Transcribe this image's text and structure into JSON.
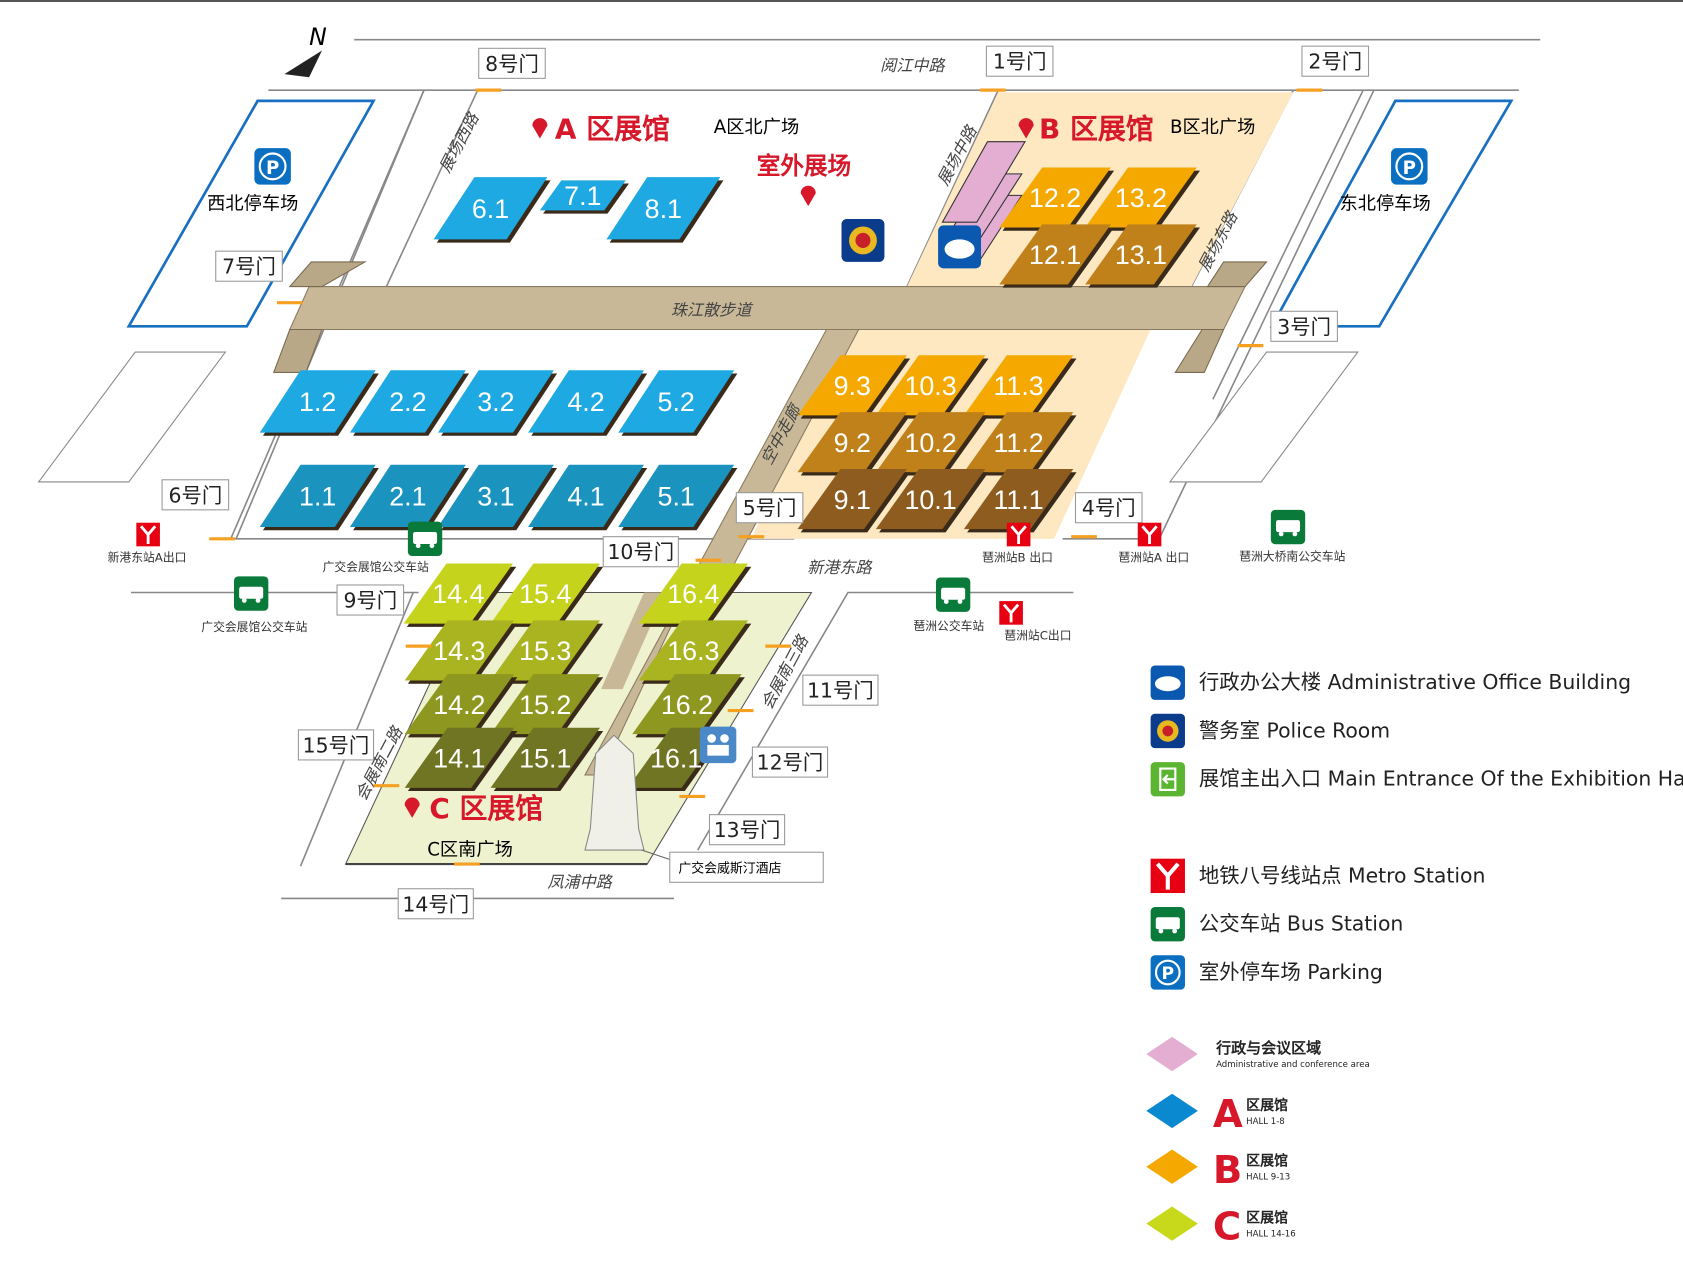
{
  "compass": "N",
  "zones": {
    "a_title": "A 区展馆",
    "a_plaza": "A区北广场",
    "outdoor": "室外展场",
    "b_title": "B 区展馆",
    "b_plaza": "B区北广场",
    "c_title": "C 区展馆",
    "c_plaza": "C区南广场"
  },
  "parking": {
    "west": "西北停车场",
    "east": "东北停车场",
    "icon_letter": "P"
  },
  "roads": {
    "yuejiang": "阅江中路",
    "west": "展场西路",
    "middle": "展场中路",
    "east": "展场东路",
    "walkway": "珠江散步道",
    "skyway": "空中走廊",
    "xingang": "新港东路",
    "south3": "会展南三路",
    "south2": "会展南二路",
    "fengpu": "凤浦中路"
  },
  "hotel": "广交会威斯汀酒店",
  "halls": [
    {
      "label": "6.1",
      "zone": "A"
    },
    {
      "label": "7.1",
      "zone": "A"
    },
    {
      "label": "8.1",
      "zone": "A"
    },
    {
      "label": "1.2",
      "zone": "A"
    },
    {
      "label": "2.2",
      "zone": "A"
    },
    {
      "label": "3.2",
      "zone": "A"
    },
    {
      "label": "4.2",
      "zone": "A"
    },
    {
      "label": "5.2",
      "zone": "A"
    },
    {
      "label": "1.1",
      "zone": "A"
    },
    {
      "label": "2.1",
      "zone": "A"
    },
    {
      "label": "3.1",
      "zone": "A"
    },
    {
      "label": "4.1",
      "zone": "A"
    },
    {
      "label": "5.1",
      "zone": "A"
    },
    {
      "label": "12.2",
      "zone": "B"
    },
    {
      "label": "13.2",
      "zone": "B"
    },
    {
      "label": "12.1",
      "zone": "B"
    },
    {
      "label": "13.1",
      "zone": "B"
    },
    {
      "label": "9.3",
      "zone": "B"
    },
    {
      "label": "10.3",
      "zone": "B"
    },
    {
      "label": "11.3",
      "zone": "B"
    },
    {
      "label": "9.2",
      "zone": "B"
    },
    {
      "label": "10.2",
      "zone": "B"
    },
    {
      "label": "11.2",
      "zone": "B"
    },
    {
      "label": "9.1",
      "zone": "B"
    },
    {
      "label": "10.1",
      "zone": "B"
    },
    {
      "label": "11.1",
      "zone": "B"
    },
    {
      "label": "14.4",
      "zone": "C"
    },
    {
      "label": "15.4",
      "zone": "C"
    },
    {
      "label": "16.4",
      "zone": "C"
    },
    {
      "label": "14.3",
      "zone": "C"
    },
    {
      "label": "15.3",
      "zone": "C"
    },
    {
      "label": "16.3",
      "zone": "C"
    },
    {
      "label": "14.2",
      "zone": "C"
    },
    {
      "label": "15.2",
      "zone": "C"
    },
    {
      "label": "16.2",
      "zone": "C"
    },
    {
      "label": "14.1",
      "zone": "C"
    },
    {
      "label": "15.1",
      "zone": "C"
    },
    {
      "label": "16.1",
      "zone": "C"
    }
  ],
  "gates": [
    "8号门",
    "1号门",
    "2号门",
    "7号门",
    "3号门",
    "6号门",
    "5号门",
    "4号门",
    "10号门",
    "9号门",
    "11号门",
    "15号门",
    "12号门",
    "13号门",
    "14号门"
  ],
  "stations": {
    "metro": [
      "新港东站A出口",
      "琶洲站B 出口",
      "琶洲站A 出口",
      "琶洲站C出口"
    ],
    "bus": [
      "广交会展馆公交车站",
      "广交会展馆公交车站",
      "琶洲公交车站",
      "琶洲大桥南公交车站"
    ]
  },
  "legend": {
    "items": [
      {
        "icon": "admin-building-icon",
        "text": "行政办公大楼 Administrative Office Building"
      },
      {
        "icon": "police-icon",
        "text": "警务室 Police Room"
      },
      {
        "icon": "entrance-icon",
        "text": "展馆主出入口 Main Entrance Of the Exhibition Hall"
      },
      {
        "icon": "metro-icon",
        "text": "地铁八号线站点 Metro Station"
      },
      {
        "icon": "bus-icon",
        "text": "公交车站 Bus Station"
      },
      {
        "icon": "parking-icon",
        "text": "室外停车场 Parking"
      }
    ],
    "areas": [
      {
        "color": "#e3aed2",
        "title": "行政与会议区域",
        "sub": "Administrative and conference area"
      },
      {
        "color": "#0a88d0",
        "letter": "A",
        "title": "区展馆",
        "sub": "HALL 1-8"
      },
      {
        "color": "#f5a800",
        "letter": "B",
        "title": "区展馆",
        "sub": "HALL 9-13"
      },
      {
        "color": "#c8d81a",
        "letter": "C",
        "title": "区展馆",
        "sub": "HALL 14-16"
      }
    ]
  },
  "colors": {
    "a_top": "#1ea9e3",
    "a_bottom": "#1b93bf",
    "b3": "#f5a800",
    "b2": "#c0801a",
    "b1": "#8d5c1e",
    "c4": "#c6d31d",
    "c3": "#a9b420",
    "c2": "#8e971f",
    "c1": "#6f7522",
    "walkway": "#c8b898",
    "metro": "#e60012",
    "bus": "#0a7a3a",
    "parking": "#0a6fc0"
  }
}
